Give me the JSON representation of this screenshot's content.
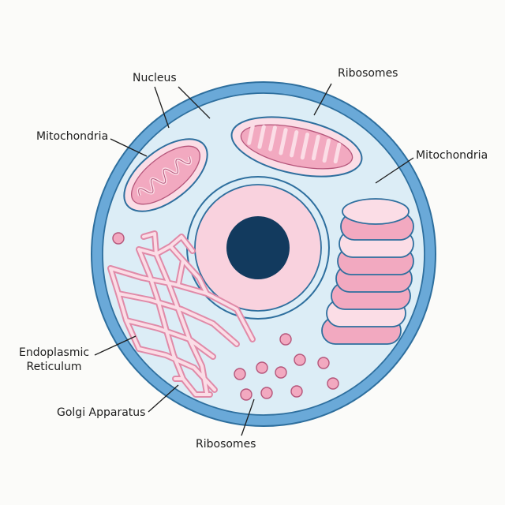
{
  "labels": {
    "nucleus": "Nucleus",
    "ribosomes_top": "Ribosomes",
    "mitochondria_left": "Mitochondria",
    "mitochondria_right": "Mitochondria",
    "er_line1": "Endoplasmic",
    "er_line2": "Reticulum",
    "golgi": "Golgi Apparatus",
    "ribosomes_bottom": "Ribosomes"
  },
  "colors": {
    "membrane": "#6aa9d8",
    "cytoplasm": "#dcedf6",
    "outline": "#2e6f9e",
    "organelle_pink": "#f2a9c0",
    "organelle_light": "#fbdde6",
    "nucleolus": "#123a5e"
  }
}
